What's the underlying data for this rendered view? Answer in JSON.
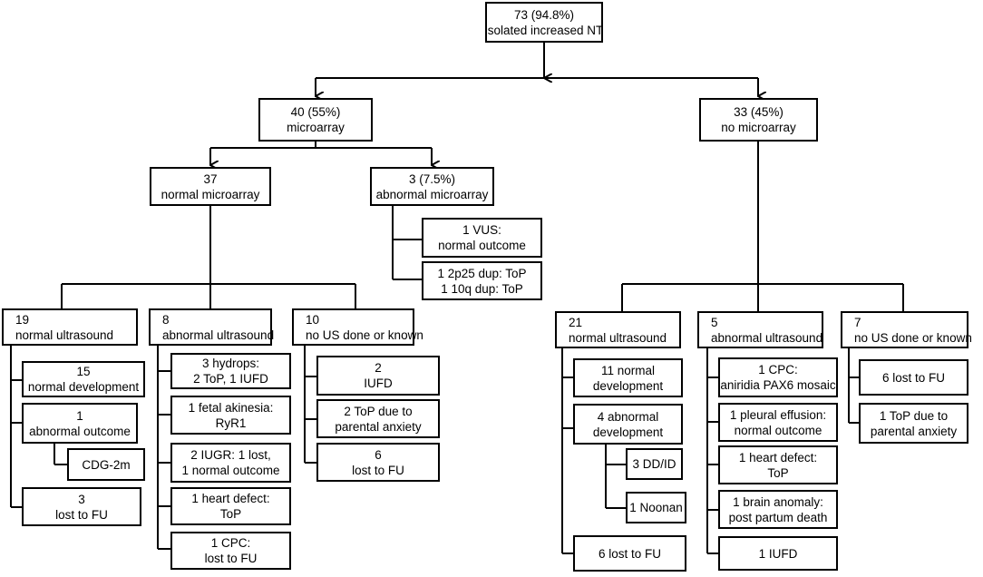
{
  "nodes": {
    "root": [
      "73 (94.8%)",
      "isolated increased NT"
    ],
    "microarray": [
      "40 (55%)",
      "microarray"
    ],
    "no_microarray": [
      "33 (45%)",
      "no microarray"
    ],
    "normal_microarray": [
      "37",
      "normal microarray"
    ],
    "abnormal_microarray": [
      "3 (7.5%)",
      "abnormal microarray"
    ],
    "vus": [
      "1 VUS:",
      "normal outcome"
    ],
    "dup": [
      "1 2p25 dup: ToP",
      "1 10q dup: ToP"
    ],
    "a_normal_us": [
      "19",
      "normal ultrasound"
    ],
    "a_abnormal_us": [
      "8",
      "abnormal ultrasound"
    ],
    "a_no_us": [
      "10",
      "no US done or known"
    ],
    "a_normal_dev": [
      "15",
      "normal development"
    ],
    "a_abnormal_outcome": [
      "1",
      "abnormal outcome"
    ],
    "a_cdg": [
      "CDG-2m"
    ],
    "a_lost": [
      "3",
      "lost to FU"
    ],
    "a_hydrops": [
      "3 hydrops:",
      "2 ToP, 1 IUFD"
    ],
    "a_akinesia": [
      "1 fetal akinesia:",
      "RyR1"
    ],
    "a_iugr": [
      "2 IUGR: 1 lost,",
      "1 normal outcome"
    ],
    "a_heart": [
      "1 heart defect:",
      "ToP"
    ],
    "a_cpc": [
      "1 CPC:",
      "lost to FU"
    ],
    "a_iufd": [
      "2",
      "IUFD"
    ],
    "a_top_anxiety": [
      "2 ToP due to",
      "parental anxiety"
    ],
    "a_lost6": [
      "6",
      "lost to FU"
    ],
    "b_normal_us": [
      "21",
      "normal ultrasound"
    ],
    "b_abnormal_us": [
      "5",
      "abnormal ultrasound"
    ],
    "b_no_us": [
      "7",
      "no US done or known"
    ],
    "b_normal_dev": [
      "11 normal",
      "development"
    ],
    "b_abnormal_dev": [
      "4 abnormal",
      "development"
    ],
    "b_ddid": [
      "3 DD/ID"
    ],
    "b_noonan": [
      "1 Noonan"
    ],
    "b_lost6": [
      "6 lost to FU"
    ],
    "b_cpc": [
      "1 CPC:",
      "aniridia PAX6 mosaic"
    ],
    "b_pleural": [
      "1 pleural effusion:",
      "normal outcome"
    ],
    "b_heart": [
      "1 heart defect:",
      "ToP"
    ],
    "b_brain": [
      "1 brain anomaly:",
      "post partum death"
    ],
    "b_iufd": [
      "1 IUFD"
    ],
    "c_lost6": [
      "6 lost to FU"
    ],
    "c_top": [
      "1 ToP due to",
      "parental anxiety"
    ]
  }
}
